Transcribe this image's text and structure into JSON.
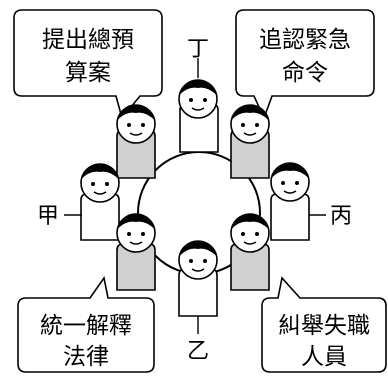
{
  "bubbles": {
    "top_left": {
      "line1": "提出總預",
      "line2": "算案"
    },
    "top_right": {
      "line1": "追認緊急",
      "line2": "命令"
    },
    "bottom_left": {
      "line1": "統一解釋",
      "line2": "法律"
    },
    "bottom_right": {
      "line1": "糾舉失職",
      "line2": "人員"
    }
  },
  "labels": {
    "jia": "甲",
    "yi": "乙",
    "bing": "丙",
    "ding": "丁"
  },
  "colors": {
    "shaded_body": "#d0d0d0",
    "white_body": "#ffffff",
    "outline": "#000000"
  }
}
